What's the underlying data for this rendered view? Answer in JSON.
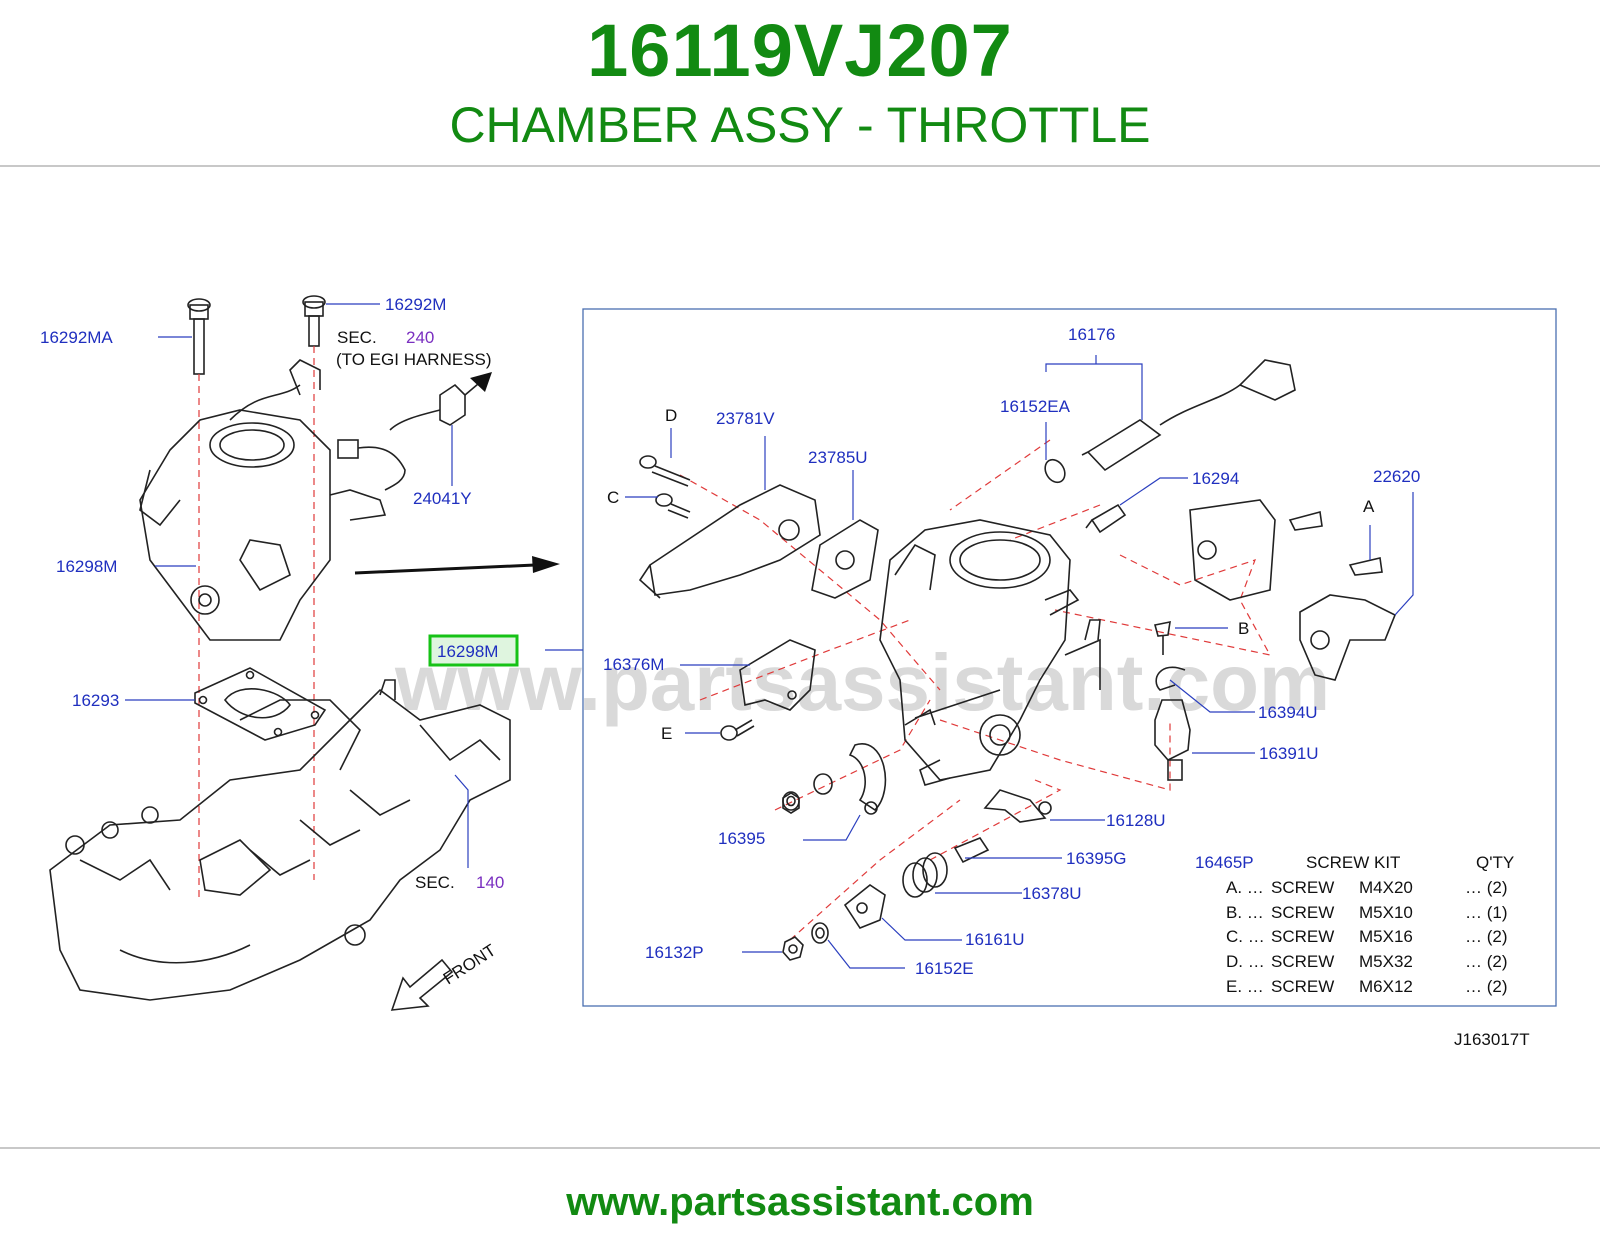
{
  "header": {
    "part_number": "16119VJ207",
    "part_name": "CHAMBER ASSY - THROTTLE"
  },
  "watermark": "www.partsassistant.com",
  "footer": {
    "url": "www.partsassistant.com"
  },
  "colors": {
    "brand_green": "#128a12",
    "label_blue": "#1f2fbf",
    "section_purple": "#7a2fc0",
    "highlight": "#16c216",
    "leader_red": "#e03a3a"
  },
  "diagram": {
    "code": "J163017T",
    "front_label": "FRONT",
    "highlighted_part": "16298M",
    "labels": {
      "p16292MA": "16292MA",
      "p16292M": "16292M",
      "p24041Y": "24041Y",
      "p16298M_left": "16298M",
      "p16293": "16293",
      "p16176": "16176",
      "p16152EA": "16152EA",
      "p16294": "16294",
      "p22620": "22620",
      "p23781V": "23781V",
      "p23785U": "23785U",
      "p16376M": "16376M",
      "p16394U": "16394U",
      "p16391U": "16391U",
      "p16128U": "16128U",
      "p16395": "16395",
      "p16395G": "16395G",
      "p16378U": "16378U",
      "p16161U": "16161U",
      "p16132P": "16132P",
      "p16152E": "16152E",
      "p16465P": "16465P"
    },
    "letters": {
      "A": "A",
      "B": "B",
      "C": "C",
      "D": "D",
      "E": "E"
    },
    "sections": {
      "sec240_label": "SEC.",
      "sec240_number": "240",
      "sec240_note": "(TO   EGI   HARNESS)",
      "sec140_label": "SEC.",
      "sec140_number": "140"
    },
    "screw_kit": {
      "title": "SCREW  KIT",
      "qty_header": "Q'TY",
      "items": [
        {
          "code": "A. …",
          "name": "SCREW",
          "size": "M4X20",
          "qty": "… (2)"
        },
        {
          "code": "B. …",
          "name": "SCREW",
          "size": "M5X10",
          "qty": "… (1)"
        },
        {
          "code": "C. …",
          "name": "SCREW",
          "size": "M5X16",
          "qty": "… (2)"
        },
        {
          "code": "D. …",
          "name": "SCREW",
          "size": "M5X32",
          "qty": "… (2)"
        },
        {
          "code": "E. …",
          "name": "SCREW",
          "size": "M6X12",
          "qty": "… (2)"
        }
      ]
    }
  }
}
